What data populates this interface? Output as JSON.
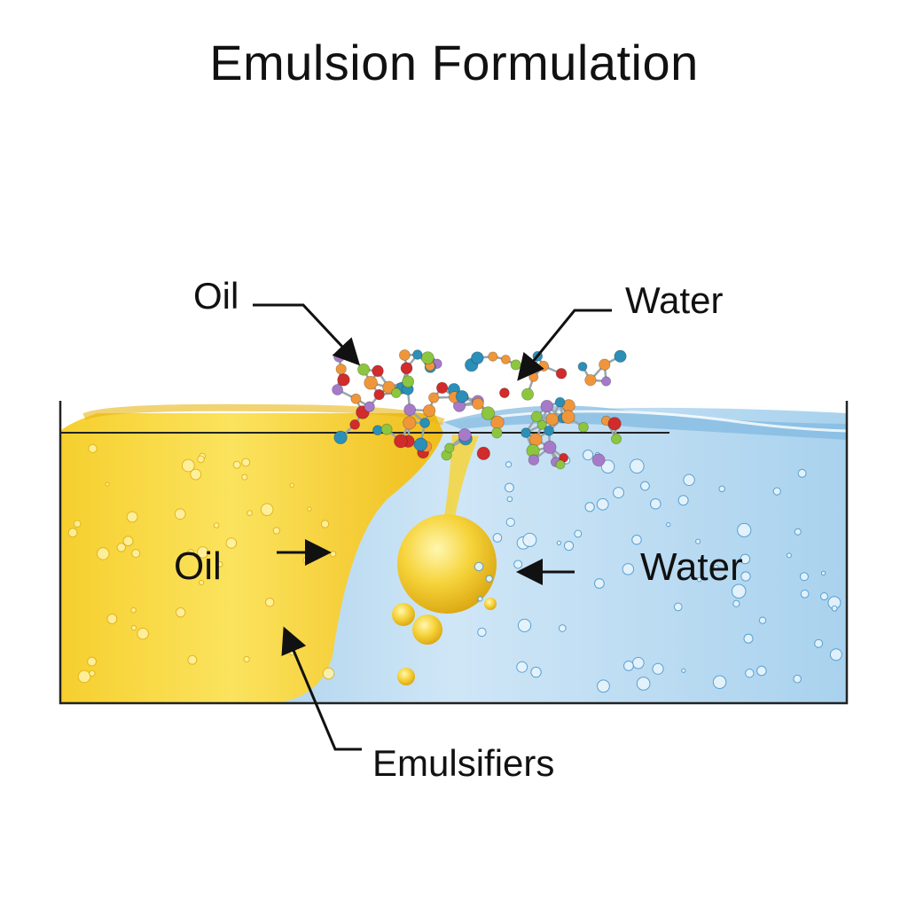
{
  "title": "Emulsion Formulation",
  "labels": {
    "oil_top": "Oil",
    "water_top": "Water",
    "oil_phase": "Oil",
    "water_phase": "Water",
    "emulsifiers": "Emulsifiers"
  },
  "colors": {
    "oil": "#f3c623",
    "oil_light": "#fbe76a",
    "water": "#9ccbea",
    "water_light": "#d9ecf8",
    "atom_blue": "#2b8fb8",
    "atom_red": "#d12b2b",
    "atom_green": "#8cc63f",
    "atom_orange": "#f0963a",
    "atom_purple": "#a77ac9"
  }
}
